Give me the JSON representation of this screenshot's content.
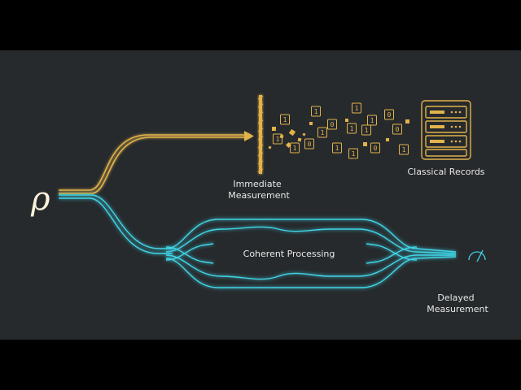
{
  "colors": {
    "background": "#262a2d",
    "letterbox": "#000000",
    "classical": "#e2b24a",
    "quantum": "#3fd4e6",
    "text": "#e8e8e8"
  },
  "symbol": {
    "state": "ρ"
  },
  "labels": {
    "immediate_line1": "Immediate",
    "immediate_line2": "Measurement",
    "classical_records": "Classical Records",
    "coherent_processing": "Coherent Processing",
    "delayed_line1": "Delayed",
    "delayed_line2": "Measurement"
  },
  "bits": [
    "1",
    "1",
    "0",
    "1",
    "0",
    "1",
    "1",
    "1",
    "0",
    "1",
    "1",
    "0",
    "1",
    "1",
    "0",
    "1",
    "1"
  ],
  "icons": {
    "server": "server-rack-icon",
    "meter": "meter-gauge-icon"
  }
}
